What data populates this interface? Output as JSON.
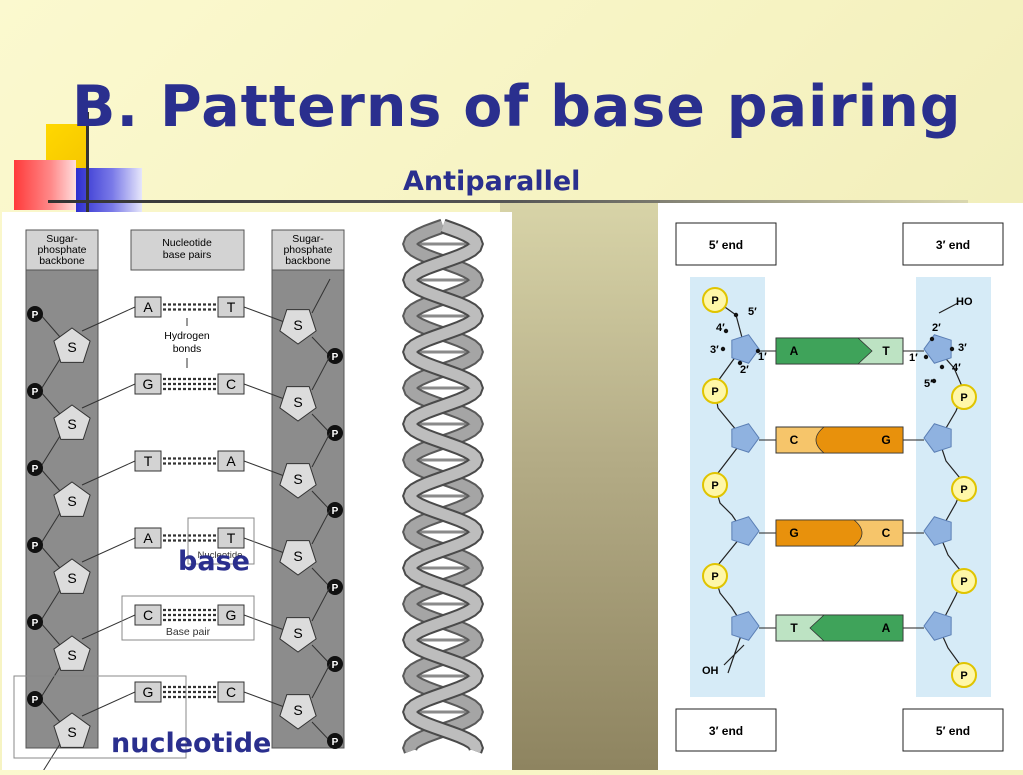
{
  "title": "B. Patterns of base pairing",
  "subtitle": "Antiparallel",
  "overlays": {
    "base": "base",
    "nucleotide": "nucleotide"
  },
  "left_diagram": {
    "header_backbone": [
      "Sugar-",
      "phosphate",
      "backbone"
    ],
    "header_pairs": [
      "Nucleotide",
      "base pairs"
    ],
    "hydrogen_bonds": [
      "Hydrogen",
      "bonds"
    ],
    "nucleotide_small_label": "Nucleotide",
    "base_pair_label": "Base pair",
    "sugar_label": "S",
    "phosphate_label": "P",
    "pairs": [
      {
        "left": "A",
        "right": "T",
        "bonds": 2
      },
      {
        "left": "G",
        "right": "C",
        "bonds": 3
      },
      {
        "left": "T",
        "right": "A",
        "bonds": 2
      },
      {
        "left": "A",
        "right": "T",
        "bonds": 2
      },
      {
        "left": "C",
        "right": "G",
        "bonds": 3
      },
      {
        "left": "G",
        "right": "C",
        "bonds": 3
      }
    ]
  },
  "right_diagram": {
    "top_left_end": "5′ end",
    "top_right_end": "3′ end",
    "bottom_left_end": "3′ end",
    "bottom_right_end": "5′ end",
    "left_carbons": [
      "5′",
      "4′",
      "3′",
      "2′",
      "1′"
    ],
    "right_carbons": [
      "2′",
      "3′",
      "1′",
      "4′",
      "5′"
    ],
    "ho_label": "HO",
    "oh_label": "OH",
    "phosphate_label": "P",
    "pairs": [
      {
        "left": "A",
        "right": "T"
      },
      {
        "left": "C",
        "right": "G"
      },
      {
        "left": "G",
        "right": "C"
      },
      {
        "left": "T",
        "right": "A"
      }
    ]
  }
}
